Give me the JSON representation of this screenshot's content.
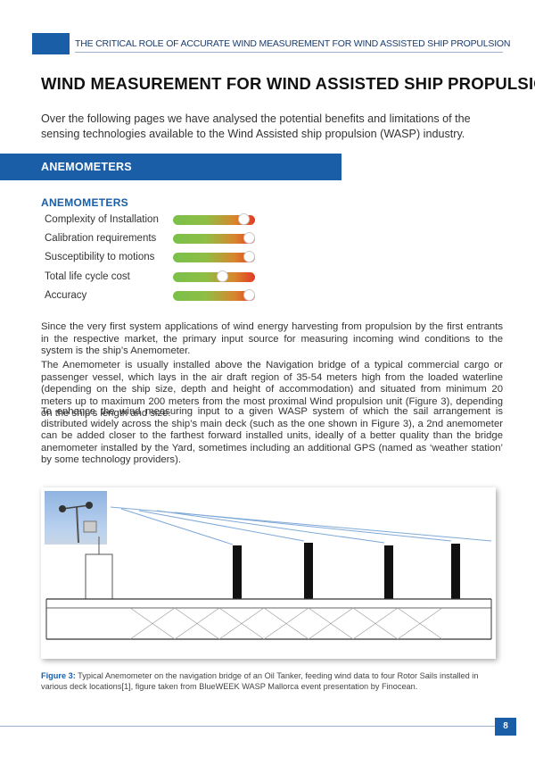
{
  "header": {
    "running_title": "THE CRITICAL ROLE OF ACCURATE WIND MEASUREMENT FOR WIND ASSISTED SHIP PROPULSION"
  },
  "title": "WIND MEASUREMENT FOR WIND ASSISTED SHIP PROPULSION",
  "intro": "Over the following pages we have analysed the potential benefits and limitations of the sensing technologies available to the Wind Assisted ship propulsion (WASP) industry.",
  "section": {
    "band_label": "ANEMOMETERS"
  },
  "rating": {
    "title": "ANEMOMETERS",
    "items": [
      {
        "label": "Complexity of Installation",
        "level": 0.92
      },
      {
        "label": "Calibration requirements",
        "level": 1.0
      },
      {
        "label": "Susceptibility to motions",
        "level": 1.0
      },
      {
        "label": "Total life cycle cost",
        "level": 0.62
      },
      {
        "label": "Accuracy",
        "level": 1.0
      }
    ]
  },
  "paragraphs": [
    "Since the very first system applications of wind energy harvesting from propulsion by the first entrants in the respective market, the primary input source for measuring incoming wind conditions to the system is the ship’s Anemometer.",
    "The Anemometer is usually installed above the Navigation bridge of a typical commercial cargo or passenger vessel, which lays in the air draft region of 35-54 meters high from the loaded waterline (depending on the ship size, depth and height of accommodation) and situated from minimum 20 meters up to maximum 200 meters from the most proximal Wind propulsion unit (Figure 3), depending on the ship’s length and size.",
    "To enhance the wind measuring input to a given WASP system of which the sail arrangement is distributed widely across the ship’s main deck (such as the one shown in Figure 3), a 2nd anemometer can be added closer to the farthest forward installed units, ideally of a better quality than the bridge anemometer installed by the Yard, sometimes including an additional GPS (named as ‘weather station’ by some technology providers)."
  ],
  "figure": {
    "caption_label": "Figure 3:",
    "caption_text": " Typical Anemometer on the navigation bridge of an Oil Tanker, feeding wind data to four Rotor Sails installed in various deck locations[1], figure taken from BlueWEEK WASP Mallorca event presentation by Finocean."
  },
  "footer": {
    "page_number": "8"
  },
  "colors": {
    "brand_blue": "#1a5ea8",
    "gauge_good": "#7ac04a",
    "gauge_bad": "#e23a24"
  }
}
